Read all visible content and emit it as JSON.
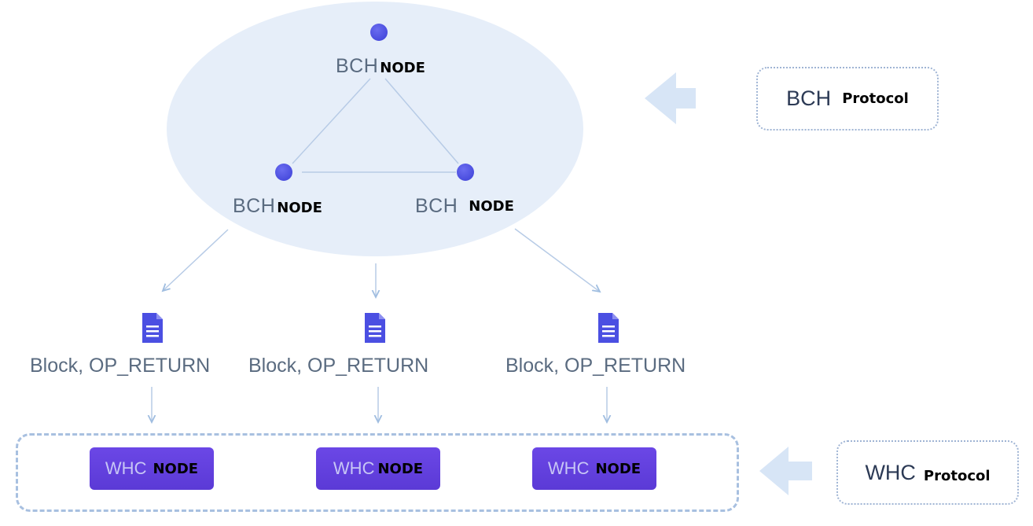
{
  "network": {
    "top_node": {
      "name": "BCH",
      "suffix": "NODE"
    },
    "left_node": {
      "name": "BCH",
      "suffix": "NODE"
    },
    "right_node": {
      "name": "BCH",
      "suffix": "NODE"
    }
  },
  "blocks": [
    {
      "label": "Block, OP_RETURN"
    },
    {
      "label": "Block, OP_RETURN"
    },
    {
      "label": "Block, OP_RETURN"
    }
  ],
  "whc_nodes": [
    {
      "name": "WHC",
      "suffix": "NODE"
    },
    {
      "name": "WHC",
      "suffix": "NODE"
    },
    {
      "name": "WHC",
      "suffix": "NODE"
    }
  ],
  "protocols": {
    "bch": {
      "name": "BCH",
      "suffix": "Protocol"
    },
    "whc": {
      "name": "WHC",
      "suffix": "Protocol"
    }
  },
  "colors": {
    "ellipse": "#e6eef9",
    "node_dot": "#4a4de0",
    "whc_box": "#5f3fdd",
    "connector": "#b7cbe6",
    "arrow": "#d7e5f6"
  }
}
